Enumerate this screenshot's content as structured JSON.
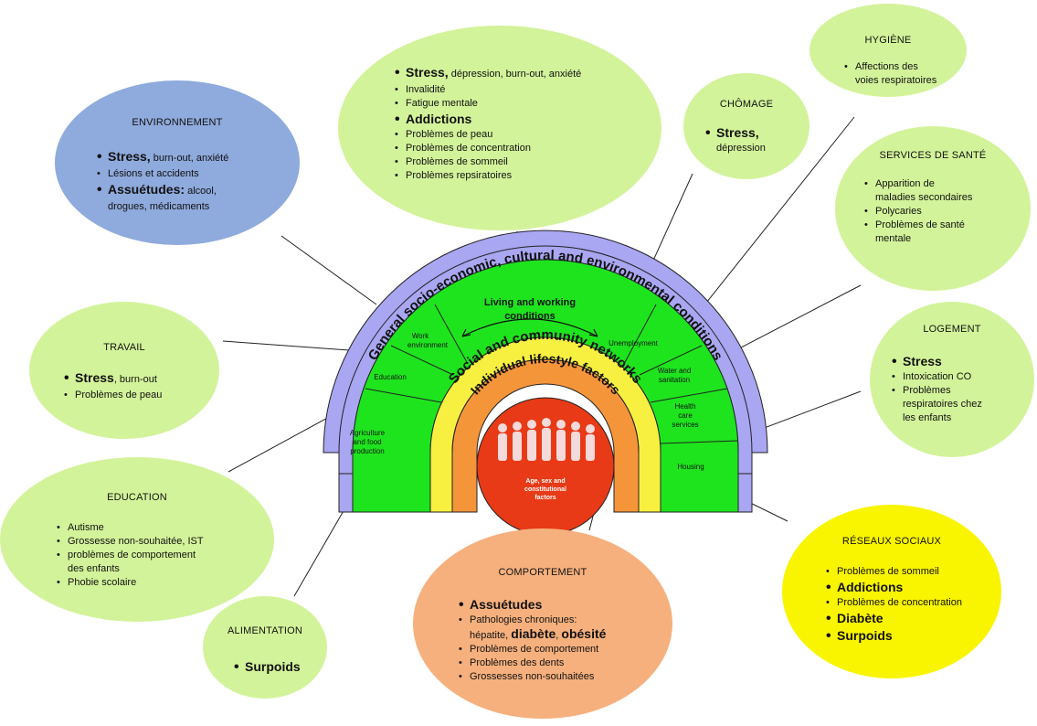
{
  "diagram": {
    "outer_arc": "General socio-economic, cultural and environmental conditions",
    "living_conditions": [
      "Living and working",
      "conditions"
    ],
    "social_arc": "Social and community networks",
    "individual_arc": "Individual lifestyle factors",
    "core": [
      "Age, sex and",
      "constitutional",
      "factors"
    ],
    "sectors": {
      "work": [
        "Work",
        "environment"
      ],
      "education": [
        "Education"
      ],
      "agriculture": [
        "Agriculture",
        "and food",
        "production"
      ],
      "unemployment": [
        "Unemployment"
      ],
      "water": [
        "Water and",
        "sanitation"
      ],
      "health": [
        "Health",
        "care",
        "services"
      ],
      "housing": [
        "Housing"
      ]
    }
  },
  "bubbles": {
    "environnement": {
      "title": "ENVIRONNEMENT",
      "items": [
        {
          "bold": "Stress,",
          "rest": " burn-out, anxiété"
        },
        {
          "text": "Lésions et accidents"
        },
        {
          "bold": "Assuétudes:",
          "rest": " alcool,",
          "cont": "drogues, médicaments"
        }
      ]
    },
    "center": {
      "items": [
        {
          "bold": "Stress,",
          "rest": " dépression, burn-out, anxiété"
        },
        {
          "text": "Invalidité"
        },
        {
          "text": "Fatigue mentale"
        },
        {
          "bold": "Addictions"
        },
        {
          "text": "Problèmes de peau"
        },
        {
          "text": "Problèmes de concentration"
        },
        {
          "text": "Problèmes de sommeil"
        },
        {
          "text": "Problèmes repsiratoires"
        }
      ]
    },
    "chomage": {
      "title": "CHÔMAGE",
      "items": [
        {
          "bold": "Stress,",
          "cont": "dépression"
        }
      ]
    },
    "hygiene": {
      "title": "HYGIÈNE",
      "items": [
        {
          "text": "Affections des",
          "cont": "voies respiratoires"
        }
      ]
    },
    "services": {
      "title": "SERVICES DE SANTÉ",
      "items": [
        {
          "text": "Apparition de",
          "cont": "maladies secondaires"
        },
        {
          "text": "Polycaries"
        },
        {
          "text": "Problèmes de santé",
          "cont": "mentale"
        }
      ]
    },
    "logement": {
      "title": "LOGEMENT",
      "items": [
        {
          "bold": "Stress"
        },
        {
          "text": "Intoxication CO"
        },
        {
          "text": "Problèmes",
          "cont": "respiratoires chez",
          "cont2": "les enfants"
        }
      ]
    },
    "travail": {
      "title": "TRAVAIL",
      "items": [
        {
          "bold": "Stress",
          "rest": ", burn-out"
        },
        {
          "text": "Problèmes de peau"
        }
      ]
    },
    "education": {
      "title": "EDUCATION",
      "items": [
        {
          "text": "Autisme"
        },
        {
          "text": "Grossesse non-souhaitée, IST"
        },
        {
          "text": "problèmes de comportement",
          "cont": "des enfants"
        },
        {
          "text": "Phobie scolaire"
        }
      ]
    },
    "alimentation": {
      "title": "ALIMENTATION",
      "items": [
        {
          "bold": "Surpoids"
        }
      ]
    },
    "comportement": {
      "title": "COMPORTEMENT",
      "items": [
        {
          "bold": "Assuétudes"
        },
        {
          "text": "Pathologies chroniques:"
        },
        {
          "text": "Problèmes de comportement"
        },
        {
          "text": "Problèmes des dents"
        },
        {
          "text": "Grossesses non-souhaitées"
        }
      ],
      "chronic_line": {
        "a": "hépatite, ",
        "b": "diabète",
        "c": ", ",
        "d": "obésité"
      }
    },
    "reseaux": {
      "title": "RÉSEAUX SOCIAUX",
      "items": [
        {
          "text": "Problèmes de sommeil"
        },
        {
          "bold": "Addictions"
        },
        {
          "text": "Problèmes de concentration"
        },
        {
          "bold": "Diabète"
        },
        {
          "bold": "Surpoids"
        }
      ]
    }
  },
  "colors": {
    "outer": "#a9a6f2",
    "green": "#1ee41e",
    "yellow": "#f8f040",
    "orange": "#f5953a",
    "core": "#e83a16",
    "bubble_green": "#d3f39a",
    "bubble_blue": "#8faadc",
    "bubble_orange": "#f6b07d",
    "bubble_yellow": "#f9f400"
  }
}
